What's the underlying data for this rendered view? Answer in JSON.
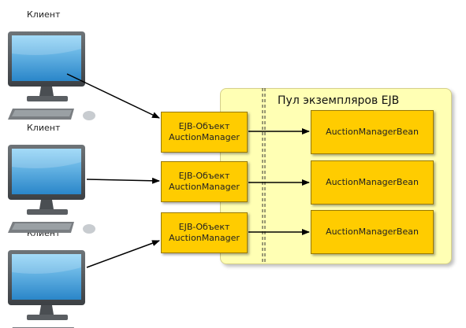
{
  "pool": {
    "title": "Пул экземпляров EJB"
  },
  "clients": [
    {
      "label": "Клиент"
    },
    {
      "label": "Клиент"
    },
    {
      "label": "Клиент"
    }
  ],
  "ejb_objects": [
    {
      "line1": "EJB-Объект",
      "line2": "AuctionManager"
    },
    {
      "line1": "EJB-Объект",
      "line2": "AuctionManager"
    },
    {
      "line1": "EJB-Объект",
      "line2": "AuctionManager"
    }
  ],
  "beans": [
    {
      "label": "AuctionManagerBean"
    },
    {
      "label": "AuctionManagerBean"
    },
    {
      "label": "AuctionManagerBean"
    }
  ],
  "icons": {
    "client": "desktop-computer-icon"
  },
  "colors": {
    "pool_fill": "#ffffb4",
    "box_fill": "#ffcc00"
  }
}
